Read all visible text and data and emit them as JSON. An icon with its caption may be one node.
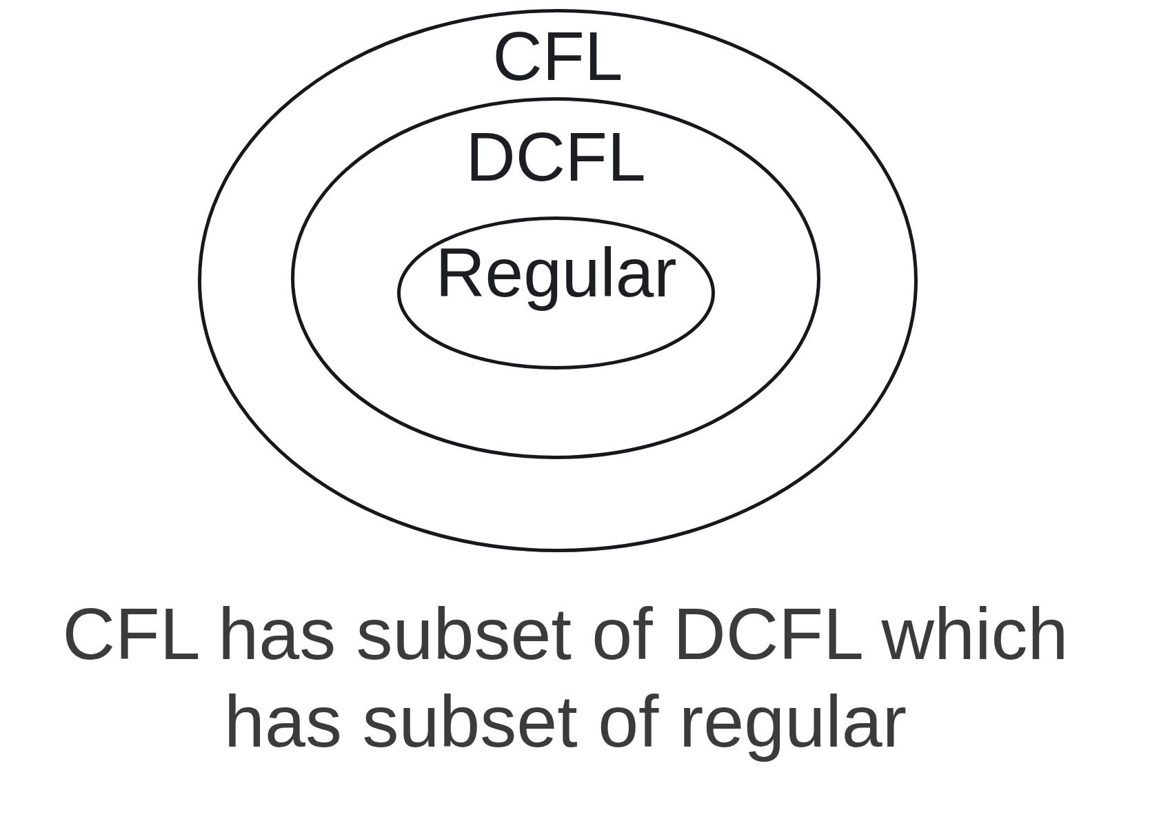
{
  "diagram": {
    "caption": "CFL has subset of DCFL which has subset of regular",
    "nodes": [
      {
        "text": [
          "CFL"
        ]
      },
      {
        "text": [
          "DCFL"
        ],
        "in": 0
      },
      {
        "text": [
          "Regular"
        ],
        "in": 1
      }
    ]
  }
}
